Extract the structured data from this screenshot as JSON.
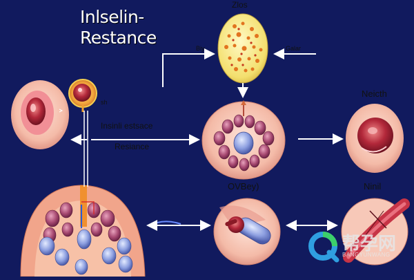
{
  "title": {
    "line1": "Inlselin-",
    "line2": "Restance"
  },
  "labels": {
    "top_center": "Zlos",
    "top_left_arrow": "Biy",
    "top_right_arrow": "Galar",
    "left_cell": "sh",
    "middle_line1": "Insinli estsace",
    "middle_line2": "Resiance",
    "right_top": "Neicth",
    "bottom_center": "OVBey)",
    "bottom_right": "Ninil"
  },
  "watermark": {
    "text": "帮孕网",
    "subtext": "BANGYUNWANG"
  },
  "colors": {
    "background": "#111a5e",
    "cell_pink": "#f6c2b0",
    "cell_red": "#a3242f",
    "arrow_white": "#ffffff",
    "fat_yellow": "#f6e27a",
    "blue_cell": "#7b8ed6"
  }
}
